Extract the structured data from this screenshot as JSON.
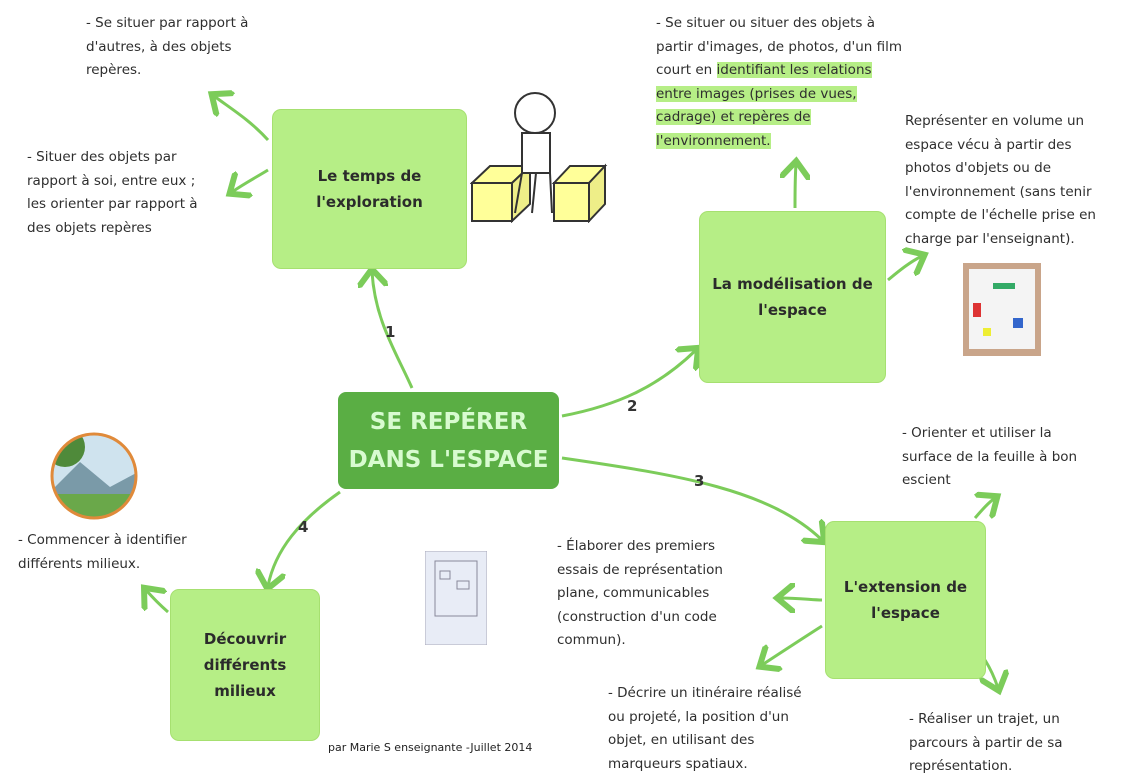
{
  "central": {
    "line1": "SE REPÉRER",
    "line2": "DANS L'ESPACE"
  },
  "nodes": [
    {
      "label": "Le temps de l'exploration",
      "number": "1"
    },
    {
      "label": "La modélisation de l'espace",
      "number": "2"
    },
    {
      "label": "L'extension de l'espace",
      "number": "3"
    },
    {
      "label": "Découvrir différents milieux",
      "number": "4"
    }
  ],
  "notes": {
    "n1a": "- Se situer par rapport à\nd'autres, à des objets\nrepères.",
    "n1b": "- Situer des objets par\nrapport à soi, entre eux ;\nles orienter par rapport à\ndes objets repères",
    "n2a_plain": "- Se situer ou situer des objets à\npartir d'images, de photos, d'un film\ncourt en ",
    "n2a_highlight": "identifiant les relations\nentre images (prises de vues,\ncadrage) et repères de\nl'environnement.",
    "n2b": "Représenter en volume un\nespace vécu à partir des\nphotos d'objets ou de\nl'environnement (sans tenir\ncompte de l'échelle prise en\ncharge par l'enseignant).",
    "n3a": "- Orienter et utiliser la\nsurface de la feuille à bon\nescient",
    "n3b": "- Élaborer des premiers\nessais de représentation\nplane, communicables\n(construction d'un code\ncommun).",
    "n3c": "- Décrire un itinéraire réalisé\nou projeté, la position d'un\nobjet, en utilisant des\nmarqueurs spatiaux.",
    "n3d": "- Réaliser un trajet, un\nparcours à partir de sa\nreprésentation.",
    "n4": "- Commencer à identifier\ndifférents milieux."
  },
  "footer": "par Marie S enseignante -Juillet 2014",
  "colors": {
    "node": "#b6ee86",
    "central": "#5aae44",
    "arrow": "#7ccc5a"
  }
}
